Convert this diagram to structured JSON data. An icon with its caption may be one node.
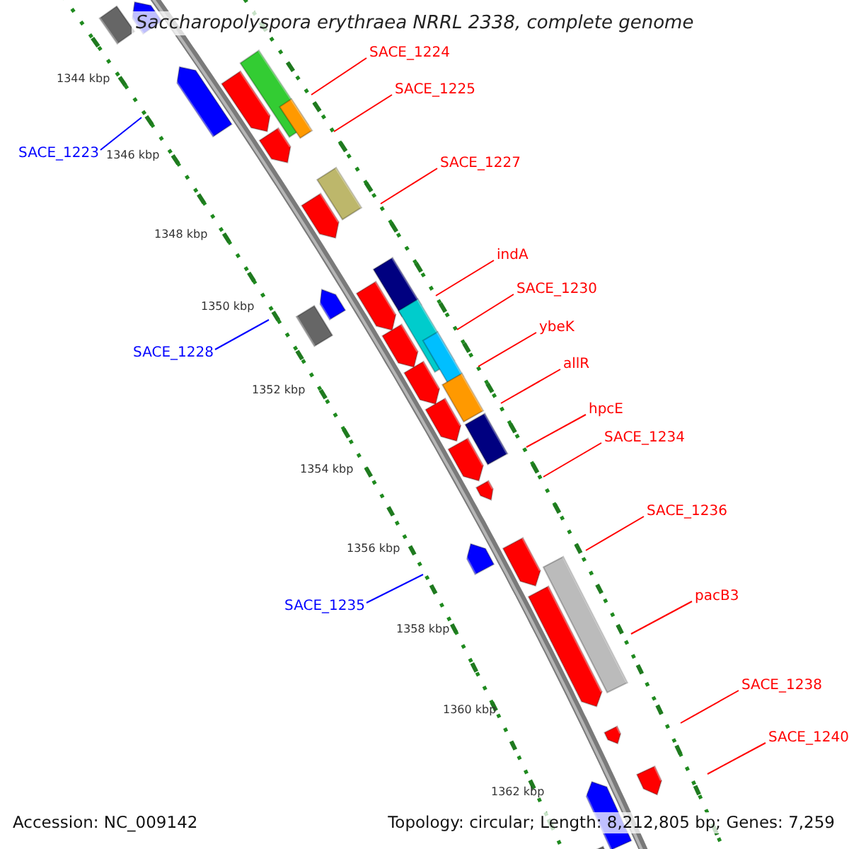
{
  "diagram": {
    "title": "Saccharopolyspora erythraea NRRL 2338, complete genome",
    "nodes": [
      {
        "text": [
          "SACE_1224"
        ]
      },
      {
        "text": [
          "SACE_1225"
        ]
      },
      {
        "text": [
          "SACE_1223"
        ]
      },
      {
        "text": [
          "SACE_1227"
        ]
      },
      {
        "text": [
          "indA"
        ]
      },
      {
        "text": [
          "SACE_1230"
        ]
      },
      {
        "text": [
          "ybeK"
        ]
      },
      {
        "text": [
          "SACE_1228"
        ]
      },
      {
        "text": [
          "allR"
        ]
      },
      {
        "text": [
          "hpcE"
        ]
      },
      {
        "text": [
          "SACE_1234"
        ]
      },
      {
        "text": [
          "SACE_1236"
        ]
      },
      {
        "text": [
          "pacB3"
        ]
      },
      {
        "text": [
          "SACE_1235"
        ]
      },
      {
        "text": [
          "SACE_1238"
        ]
      },
      {
        "text": [
          "SACE_1240"
        ]
      }
    ],
    "edges": [
      {
        "from": 0,
        "to": null,
        "arrow": "none"
      },
      {
        "from": 1,
        "to": null,
        "arrow": "none"
      },
      {
        "from": 2,
        "to": null,
        "arrow": "none",
        "color": "#0000ff"
      },
      {
        "from": 3,
        "to": null,
        "arrow": "none"
      },
      {
        "from": 4,
        "to": null,
        "arrow": "none"
      },
      {
        "from": 5,
        "to": null,
        "arrow": "none"
      },
      {
        "from": 6,
        "to": null,
        "arrow": "none"
      },
      {
        "from": 7,
        "to": null,
        "arrow": "none",
        "color": "#0000ff"
      },
      {
        "from": 8,
        "to": null,
        "arrow": "none"
      },
      {
        "from": 9,
        "to": null,
        "arrow": "none"
      },
      {
        "from": 10,
        "to": null,
        "arrow": "none"
      },
      {
        "from": 11,
        "to": null,
        "arrow": "none"
      },
      {
        "from": 12,
        "to": null,
        "arrow": "none"
      },
      {
        "from": 13,
        "to": null,
        "arrow": "none",
        "color": "#0000ff"
      },
      {
        "from": 14,
        "to": null,
        "arrow": "none"
      },
      {
        "from": 15,
        "to": null,
        "arrow": "none"
      }
    ],
    "labels": [
      "1344 kbp",
      "1346 kbp",
      "1348 kbp",
      "1350 kbp",
      "1352 kbp",
      "1354 kbp",
      "1356 kbp",
      "1358 kbp",
      "1360 kbp",
      "1362 kbp",
      "Accession: NC_009142",
      "Topology: circular; Length: 8,212,805 bp; Genes: 7,259"
    ]
  }
}
